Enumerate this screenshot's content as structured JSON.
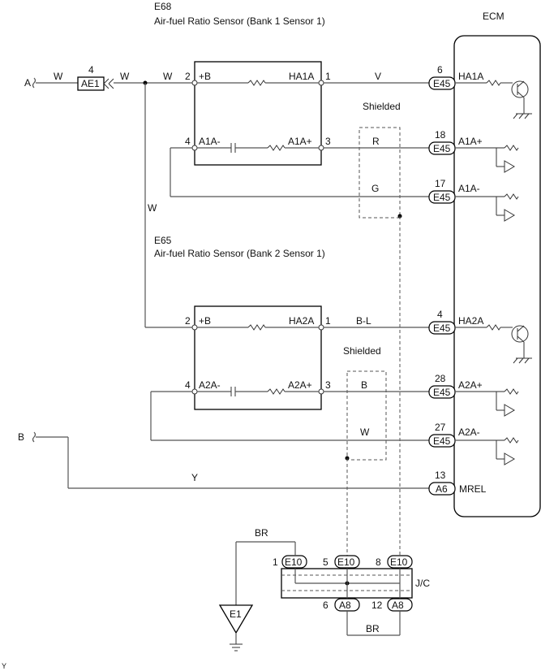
{
  "sensor1": {
    "code": "E68",
    "title": "Air-fuel Ratio Sensor (Bank 1 Sensor 1)",
    "pin_plus_b_num": "2",
    "pin_plus_b": "+B",
    "pin_ha_num": "1",
    "pin_ha": "HA1A",
    "pin_minus_num": "4",
    "pin_minus": "A1A-",
    "pin_plus_num": "3",
    "pin_plus": "A1A+"
  },
  "sensor2": {
    "code": "E65",
    "title": "Air-fuel Ratio Sensor (Bank 2 Sensor 1)",
    "pin_plus_b_num": "2",
    "pin_plus_b": "+B",
    "pin_ha_num": "1",
    "pin_ha": "HA2A",
    "pin_minus_num": "4",
    "pin_minus": "A2A-",
    "pin_plus_num": "3",
    "pin_plus": "A2A+"
  },
  "ecm": {
    "title": "ECM",
    "pins": [
      {
        "num": "6",
        "conn": "E45",
        "name": "HA1A"
      },
      {
        "num": "18",
        "conn": "E45",
        "name": "A1A+"
      },
      {
        "num": "17",
        "conn": "E45",
        "name": "A1A-"
      },
      {
        "num": "4",
        "conn": "E45",
        "name": "HA2A"
      },
      {
        "num": "28",
        "conn": "E45",
        "name": "A2A+"
      },
      {
        "num": "27",
        "conn": "E45",
        "name": "A2A-"
      },
      {
        "num": "13",
        "conn": "A6",
        "name": "MREL"
      }
    ]
  },
  "connector_ae1": {
    "num": "4",
    "name": "AE1"
  },
  "shield_label": "Shielded",
  "wire_colors": {
    "a_left": "W",
    "a_right": "W",
    "main": "W",
    "branch": "W",
    "ha1a": "V",
    "a1a_plus": "R",
    "a1a_minus": "G",
    "ha2a": "B-L",
    "a2a_plus": "B",
    "a2a_minus": "W",
    "mrel": "Y",
    "ground": "BR",
    "jc_bottom": "BR"
  },
  "refs": {
    "a": "A",
    "b": "B"
  },
  "jc": {
    "label": "J/C",
    "top_pins": [
      {
        "num": "1",
        "conn": "E10"
      },
      {
        "num": "5",
        "conn": "E10"
      },
      {
        "num": "8",
        "conn": "E10"
      }
    ],
    "bottom_pins": [
      {
        "num": "6",
        "conn": "A8"
      },
      {
        "num": "12",
        "conn": "A8"
      }
    ]
  },
  "ground": {
    "name": "E1"
  },
  "corner_mark": "Y"
}
